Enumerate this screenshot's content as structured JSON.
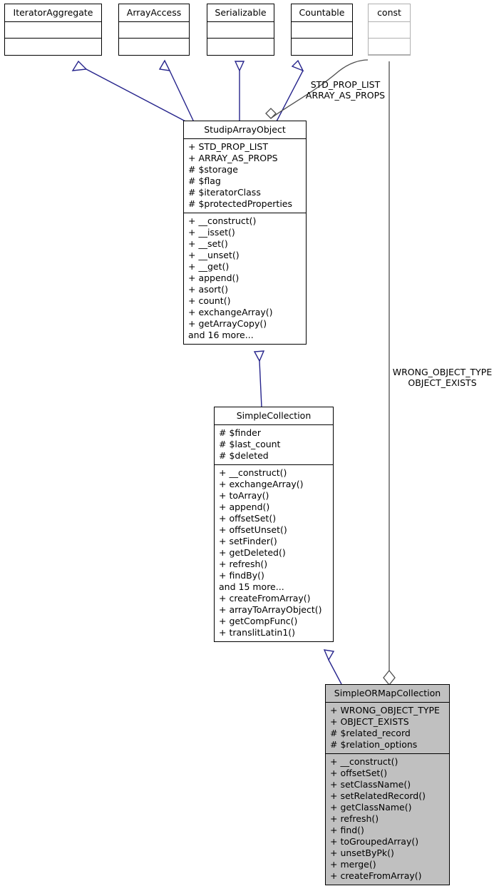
{
  "diagram": {
    "title": "SimpleORMapCollection class inheritance diagram",
    "type": "uml-class-diagram",
    "colors": {
      "inheritance_edge": "#26248c",
      "aggregation_edge": "#4d4d4d",
      "box_border": "#000000",
      "faint_border": "#b0b0b0",
      "highlight_fill": "#c0c0c0",
      "background": "#ffffff"
    }
  },
  "classes": {
    "iterator_aggregate": {
      "name": "IteratorAggregate",
      "attributes": [],
      "methods": []
    },
    "array_access": {
      "name": "ArrayAccess",
      "attributes": [],
      "methods": []
    },
    "serializable": {
      "name": "Serializable",
      "attributes": [],
      "methods": []
    },
    "countable": {
      "name": "Countable",
      "attributes": [],
      "methods": []
    },
    "const": {
      "name": "const",
      "attributes": [],
      "methods": []
    },
    "studip_array_object": {
      "name": "StudipArrayObject",
      "attributes": [
        "+ STD_PROP_LIST",
        "+ ARRAY_AS_PROPS",
        "# $storage",
        "# $flag",
        "# $iteratorClass",
        "# $protectedProperties"
      ],
      "methods": [
        "+ __construct()",
        "+ __isset()",
        "+ __set()",
        "+ __unset()",
        "+ __get()",
        "+ append()",
        "+ asort()",
        "+ count()",
        "+ exchangeArray()",
        "+ getArrayCopy()",
        "and 16 more..."
      ]
    },
    "simple_collection": {
      "name": "SimpleCollection",
      "attributes": [
        "# $finder",
        "# $last_count",
        "# $deleted"
      ],
      "methods": [
        "+ __construct()",
        "+ exchangeArray()",
        "+ toArray()",
        "+ append()",
        "+ offsetSet()",
        "+ offsetUnset()",
        "+ setFinder()",
        "+ getDeleted()",
        "+ refresh()",
        "+ findBy()",
        "and 15 more...",
        "+ createFromArray()",
        "+ arrayToArrayObject()",
        "+ getCompFunc()",
        "+ translitLatin1()"
      ]
    },
    "simple_ormap_collection": {
      "name": "SimpleORMapCollection",
      "attributes": [
        "+ WRONG_OBJECT_TYPE",
        "+ OBJECT_EXISTS",
        "# $related_record",
        "# $relation_options"
      ],
      "methods": [
        "+ __construct()",
        "+ offsetSet()",
        "+ setClassName()",
        "+ setRelatedRecord()",
        "+ getClassName()",
        "+ refresh()",
        "+ find()",
        "+ toGroupedArray()",
        "+ unsetByPk()",
        "+ merge()",
        "+ createFromArray()"
      ]
    }
  },
  "edge_labels": {
    "const_to_studip_array_object": "STD_PROP_LIST\nARRAY_AS_PROPS",
    "const_to_simple_ormap_collection": "WRONG_OBJECT_TYPE\nOBJECT_EXISTS"
  }
}
